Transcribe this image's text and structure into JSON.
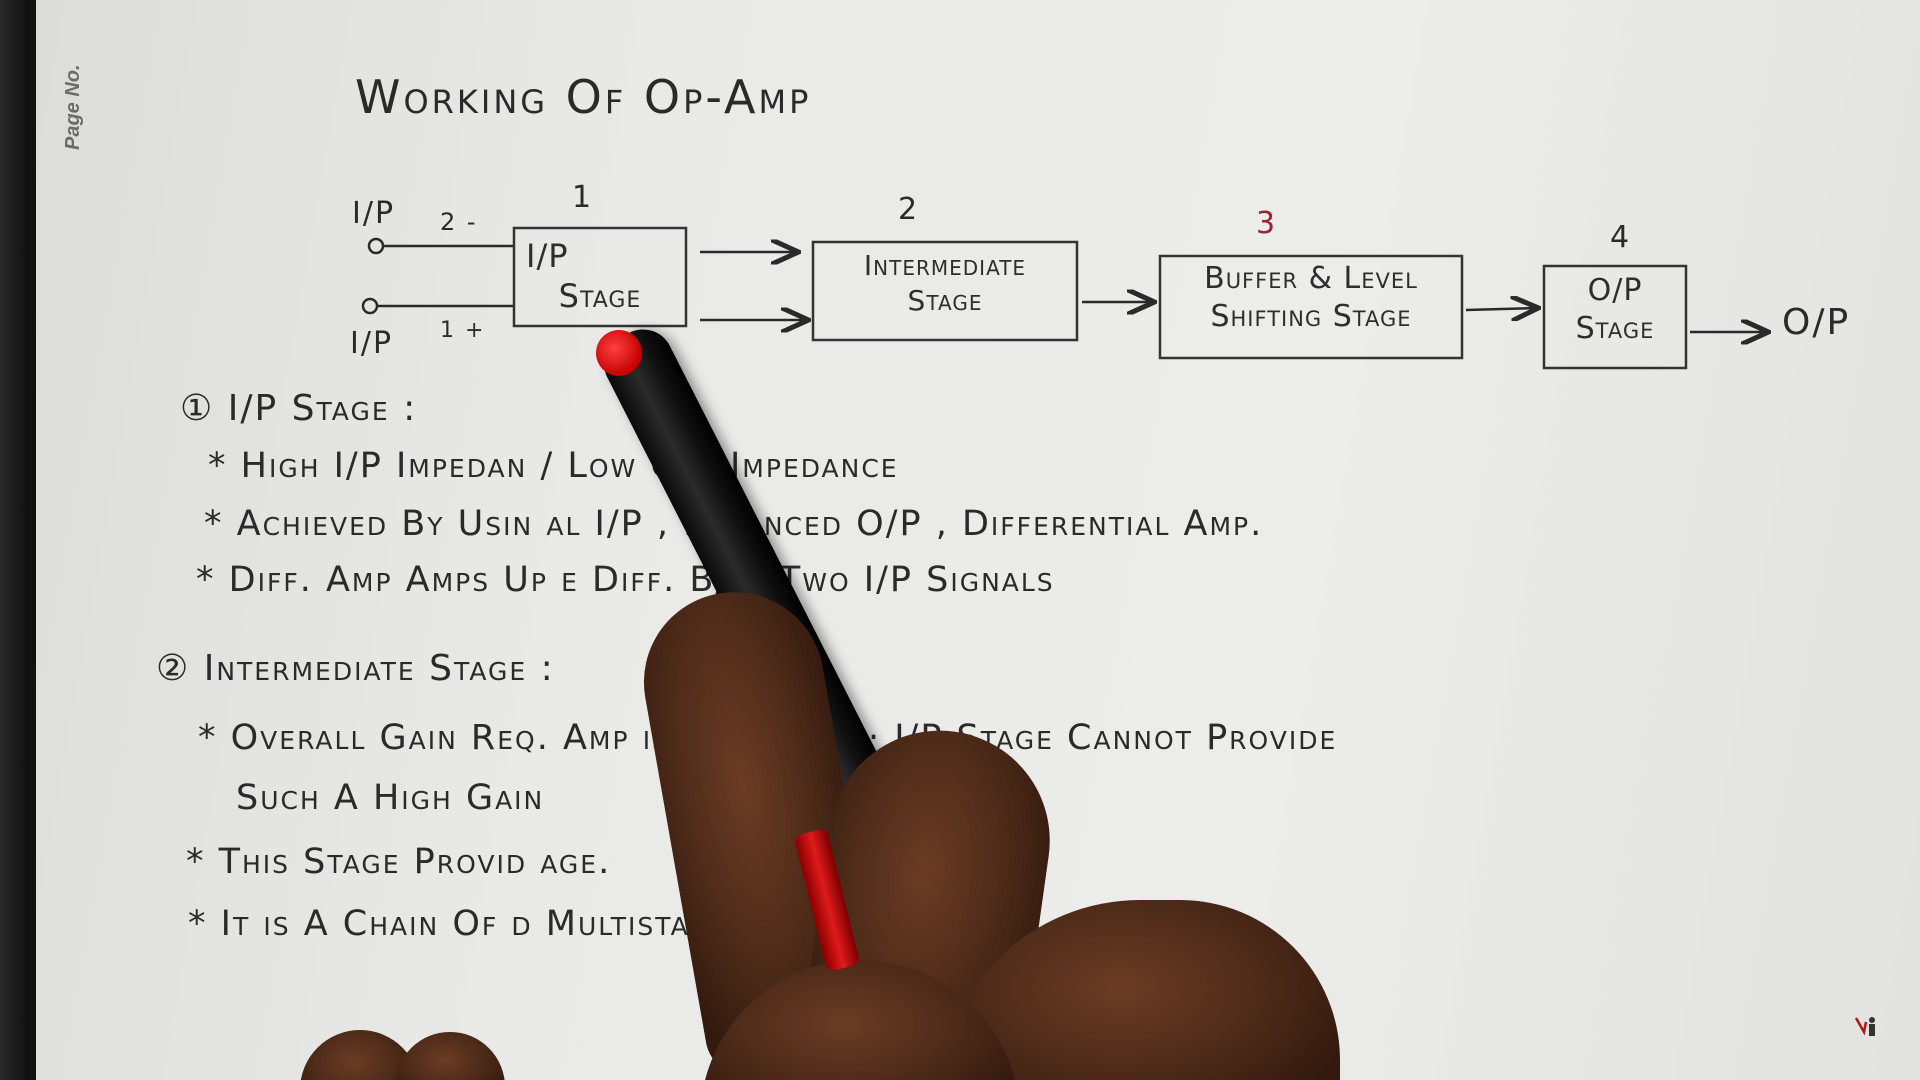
{
  "page_no": "Page No.",
  "title": "Working Of Op-Amp",
  "diagram": {
    "inputs": {
      "top_label": "I/P",
      "top_sign": "2 -",
      "bottom_label": "I/P",
      "bottom_sign": "1 +"
    },
    "blocks": [
      {
        "number": "1",
        "line1": "I/P",
        "line2": "Stage"
      },
      {
        "number": "2",
        "line1": "Intermediate",
        "line2": "Stage"
      },
      {
        "number": "3",
        "line1": "Buffer & Level",
        "line2": "Shifting Stage"
      },
      {
        "number": "4",
        "line1": "O/P",
        "line2": "Stage"
      }
    ],
    "output_label": "O/P"
  },
  "notes": {
    "section1": {
      "heading": "① I/P Stage :",
      "bullets": [
        "* High I/P Impedan      / Low O/P Impedance",
        "* Achieved By Usin          al I/P , Balanced O/P , Differential Amp.",
        "* Diff. Amp   Amps Up       e Diff. B/W Two I/P Signals"
      ]
    },
    "section2": {
      "heading": "② Intermediate Stage :",
      "bullets": [
        "* Overall Gain Req.          Amp   is   Very High · I/P Stage  Cannot  Provide",
        "Such  A  High  Gain",
        "* This  Stage  Provid                          age.",
        "* It   is  A  Chain  Of                          d  Multistage  Amps."
      ]
    }
  },
  "colors": {
    "paper": "#ececea",
    "ink": "#2a2a2a",
    "red_number": "#a0202c"
  }
}
